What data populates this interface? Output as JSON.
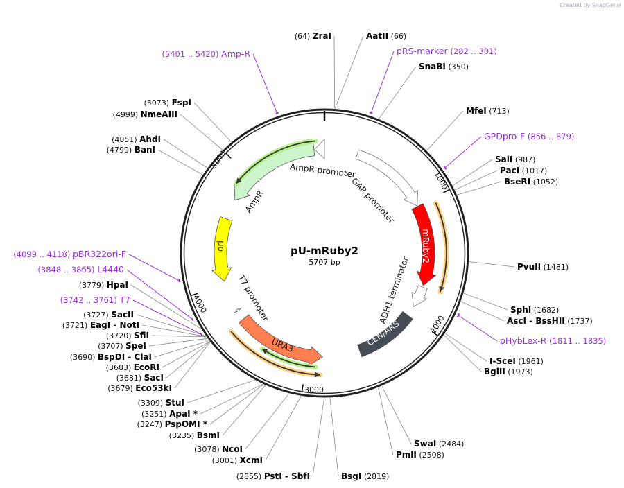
{
  "credit": "Created by SnapGene",
  "plasmid": {
    "name": "pU-mRuby2",
    "length_label": "5707 bp",
    "length_bp": 5707
  },
  "ticks": [
    "1000",
    "2000",
    "3000",
    "4000",
    "5000"
  ],
  "sites": [
    {
      "name": "ZraI",
      "pos": "(64)",
      "bp": 64
    },
    {
      "name": "AatII",
      "pos": "(66)",
      "bp": 66
    },
    {
      "name": "SnaBI",
      "pos": "(350)",
      "bp": 350
    },
    {
      "name": "MfeI",
      "pos": "(713)",
      "bp": 713
    },
    {
      "name": "SalI",
      "pos": "(987)",
      "bp": 987
    },
    {
      "name": "PacI",
      "pos": "(1017)",
      "bp": 1017
    },
    {
      "name": "BseRI",
      "pos": "(1052)",
      "bp": 1052
    },
    {
      "name": "PvuII",
      "pos": "(1481)",
      "bp": 1481
    },
    {
      "name": "SphI",
      "pos": "(1682)",
      "bp": 1682
    },
    {
      "name": "AscI  -  BssHII",
      "pos": "(1737)",
      "bp": 1737
    },
    {
      "name": "I-SceI",
      "pos": "(1961)",
      "bp": 1961
    },
    {
      "name": "BglII",
      "pos": "(1973)",
      "bp": 1973
    },
    {
      "name": "SwaI",
      "pos": "(2484)",
      "bp": 2484
    },
    {
      "name": "PmlI",
      "pos": "(2508)",
      "bp": 2508
    },
    {
      "name": "BsgI",
      "pos": "(2819)",
      "bp": 2819
    },
    {
      "name": "PstI  -  SbfI",
      "pos": "(2855)",
      "bp": 2855
    },
    {
      "name": "XcmI",
      "pos": "(3001)",
      "bp": 3001
    },
    {
      "name": "NcoI",
      "pos": "(3078)",
      "bp": 3078
    },
    {
      "name": "BsmI",
      "pos": "(3235)",
      "bp": 3235
    },
    {
      "name": "PspOMI *",
      "pos": "(3247)",
      "bp": 3247
    },
    {
      "name": "ApaI *",
      "pos": "(3251)",
      "bp": 3251
    },
    {
      "name": "StuI",
      "pos": "(3309)",
      "bp": 3309
    },
    {
      "name": "Eco53kI",
      "pos": "(3679)",
      "bp": 3679
    },
    {
      "name": "SacI",
      "pos": "(3681)",
      "bp": 3681
    },
    {
      "name": "EcoRI",
      "pos": "(3683)",
      "bp": 3683
    },
    {
      "name": "BspDI  -  ClaI",
      "pos": "(3690)",
      "bp": 3690
    },
    {
      "name": "SpeI",
      "pos": "(3707)",
      "bp": 3707
    },
    {
      "name": "SfiI",
      "pos": "(3720)",
      "bp": 3720
    },
    {
      "name": "EagI  -  NotI",
      "pos": "(3721)",
      "bp": 3721
    },
    {
      "name": "SacII",
      "pos": "(3727)",
      "bp": 3727
    },
    {
      "name": "HpaI",
      "pos": "(3779)",
      "bp": 3779
    },
    {
      "name": "BanI",
      "pos": "(4799)",
      "bp": 4799
    },
    {
      "name": "AhdI",
      "pos": "(4851)",
      "bp": 4851
    },
    {
      "name": "NmeAIII",
      "pos": "(4999)",
      "bp": 4999
    },
    {
      "name": "FspI",
      "pos": "(5073)",
      "bp": 5073
    }
  ],
  "primers": [
    {
      "name": "Amp-R",
      "range": "(5401 .. 5420)",
      "start": 5401,
      "end": 5420
    },
    {
      "name": "pRS-marker",
      "range": "(282 .. 301)",
      "start": 282,
      "end": 301
    },
    {
      "name": "GPDpro-F",
      "range": "(856 .. 879)",
      "start": 856,
      "end": 879
    },
    {
      "name": "pHybLex-R",
      "range": "(1811 .. 1835)",
      "start": 1811,
      "end": 1835
    },
    {
      "name": "pBR322ori-F",
      "range": "(4099 .. 4118)",
      "start": 4099,
      "end": 4118
    },
    {
      "name": "L4440",
      "range": "(3848 .. 3865)",
      "start": 3848,
      "end": 3865
    },
    {
      "name": "T7",
      "range": "(3742 .. 3761)",
      "start": 3742,
      "end": 3761
    }
  ],
  "primer_color": "#9b30e0",
  "features": [
    {
      "name": "AmpR promoter",
      "start": 5620,
      "end": 5707,
      "dir": "reverse",
      "fill": "#ffffff",
      "text": "#111111"
    },
    {
      "name": "AmpR",
      "start": 4765,
      "end": 5615,
      "dir": "reverse",
      "fill": "#ccf5cc",
      "text": "#111111"
    },
    {
      "name": "ori",
      "start": 4030,
      "end": 4585,
      "dir": "reverse",
      "fill": "#ffff00",
      "text": "#111111"
    },
    {
      "name": "GAP promoter",
      "start": 290,
      "end": 1000,
      "dir": "forward",
      "fill": "#ffffff",
      "text": "#111111"
    },
    {
      "name": "mRuby2",
      "start": 1005,
      "end": 1715,
      "dir": "forward",
      "fill": "#ff0000",
      "text": "#ffffff"
    },
    {
      "name": "ADH1 terminator",
      "start": 1730,
      "end": 1920,
      "dir": "forward",
      "fill": "#ffffff",
      "text": "#111111"
    },
    {
      "name": "CEN/ARS",
      "start": 2010,
      "end": 2540,
      "dir": "none",
      "fill": "#444c56",
      "text": "#ffffff"
    },
    {
      "name": "URA3",
      "start": 2870,
      "end": 3660,
      "dir": "reverse",
      "fill": "#ff7f50",
      "text": "#111111"
    },
    {
      "name": "T7 promoter",
      "start": 3742,
      "end": 3761,
      "dir": "reverse",
      "fill": "#ffffff",
      "text": "#111111"
    }
  ],
  "orfs": [
    {
      "start": 4887,
      "end": 5634,
      "dir": "reverse",
      "color": "#b5f08a"
    },
    {
      "start": 1042,
      "end": 1722,
      "dir": "forward",
      "color": "#ffd28a"
    },
    {
      "start": 2885,
      "end": 3646,
      "dir": "reverse",
      "color": "#ffd28a"
    },
    {
      "start": 2925,
      "end": 3377,
      "dir": "forward",
      "color": "#b5f08a"
    }
  ]
}
